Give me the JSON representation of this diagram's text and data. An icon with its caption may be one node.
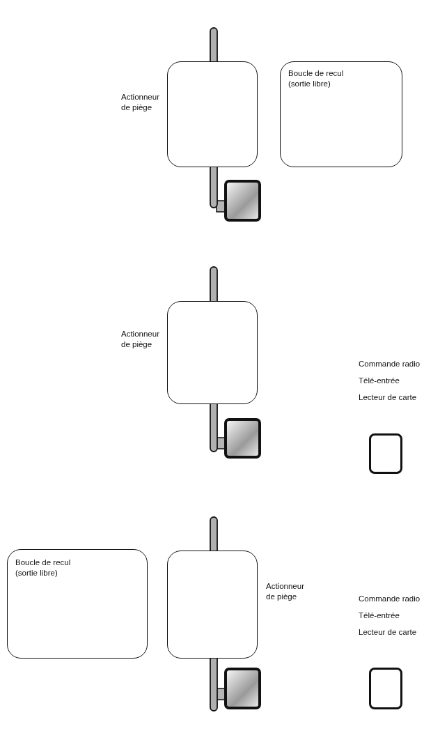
{
  "diagram": {
    "nodes": [
      {
        "text": [
          "Actionneur de piège"
        ]
      },
      {
        "text": [
          "Boucle de recul (sortie libre)"
        ]
      },
      {
        "text": [],
        "shape": "box"
      },
      {
        "text": [
          "Actionneur de piège"
        ]
      },
      {
        "text": [],
        "shape": "box"
      },
      {
        "text": [],
        "shape": "box"
      },
      {
        "text": [
          "Boucle de recul (sortie libre)"
        ]
      },
      {
        "text": [
          "Actionneur de piège"
        ]
      },
      {
        "text": [],
        "shape": "box"
      },
      {
        "text": [],
        "shape": "box"
      }
    ],
    "labels": [
      "Commande radio",
      "Télé-entrée",
      "Lecteur de carte",
      "Commande radio",
      "Télé-entrée",
      "Lecteur de carte"
    ]
  }
}
